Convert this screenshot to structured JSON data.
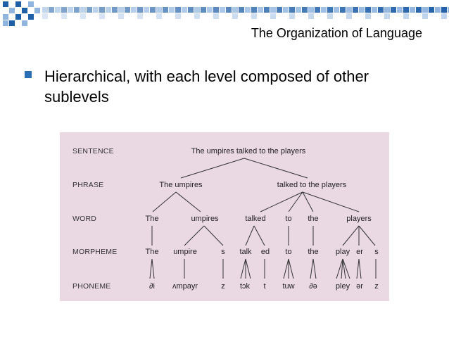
{
  "slide": {
    "title": "The Organization of Language",
    "bullet": "Hierarchical, with each level composed of other sublevels"
  },
  "colors": {
    "bullet": "#2a6fb3",
    "panel_background": "#ead8e3",
    "deco_dark": "#1f5fa8",
    "deco_light": "#8fb4e0"
  },
  "icons": [
    "bullet-square-icon",
    "checkerboard-decoration"
  ],
  "tree": {
    "levels": [
      "SENTENCE",
      "PHRASE",
      "WORD",
      "MORPHEME",
      "PHONEME"
    ],
    "sentence": "The umpires talked to the players",
    "phrases": [
      "The umpires",
      "talked to the players"
    ],
    "words": [
      "The",
      "umpires",
      "talked",
      "to",
      "the",
      "players"
    ],
    "morphemes": [
      "The",
      "umpire",
      "s",
      "talk",
      "ed",
      "to",
      "the",
      "play",
      "er",
      "s"
    ],
    "phonemes": [
      "∂i",
      "ʌmpayr",
      "z",
      "tɔk",
      "t",
      "tuw",
      "∂ə",
      "pley",
      "ər",
      "z"
    ]
  }
}
